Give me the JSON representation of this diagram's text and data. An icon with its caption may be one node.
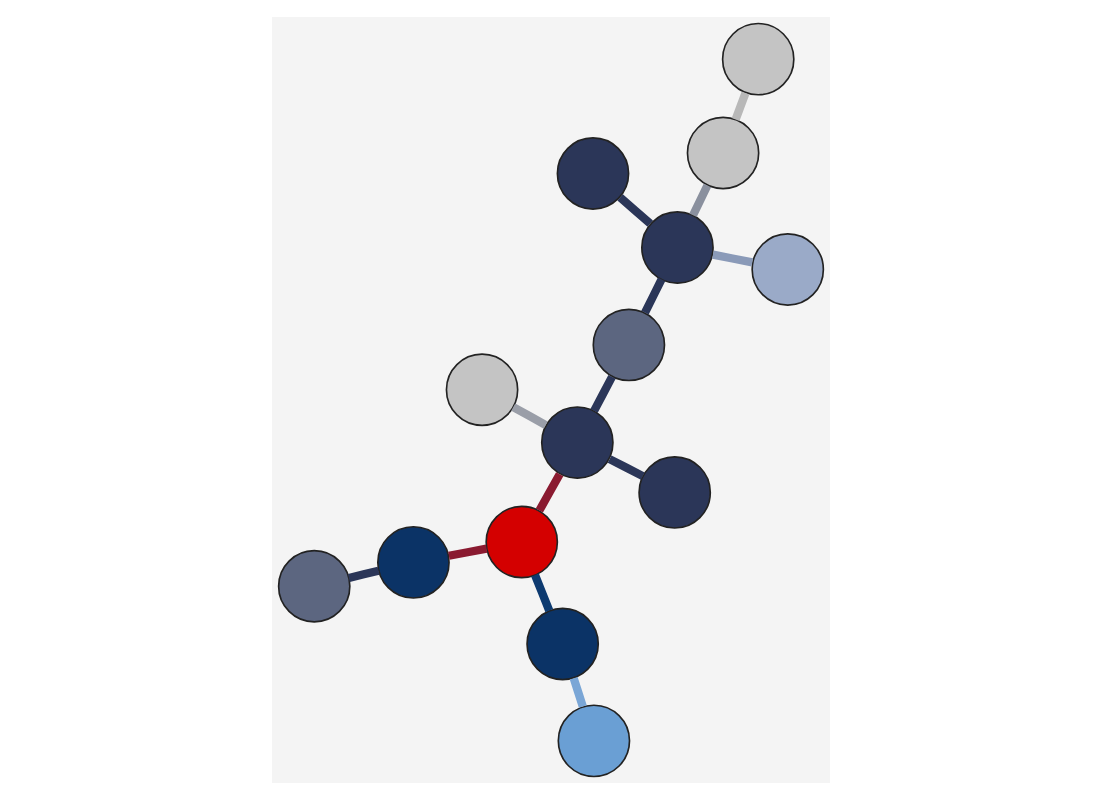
{
  "diagram": {
    "nodes": [
      {
        "text": [],
        "shape": "circle"
      },
      {
        "text": [],
        "shape": "circle"
      },
      {
        "text": [],
        "shape": "circle"
      },
      {
        "text": [],
        "shape": "circle"
      },
      {
        "text": [],
        "shape": "circle"
      },
      {
        "text": [],
        "shape": "circle"
      },
      {
        "text": [],
        "shape": "circle"
      },
      {
        "text": [],
        "shape": "circle"
      },
      {
        "text": [],
        "shape": "circle"
      },
      {
        "text": [],
        "shape": "circle"
      },
      {
        "text": [],
        "shape": "circle"
      },
      {
        "text": [],
        "shape": "circle"
      },
      {
        "text": [],
        "shape": "circle"
      },
      {
        "text": [],
        "shape": "circle"
      }
    ],
    "edges": [
      {
        "from": 0,
        "to": 10,
        "arrow": "none",
        "color": "#9a9ea8"
      },
      {
        "from": 1,
        "to": 2,
        "arrow": "none",
        "color": "#7aa6d6"
      },
      {
        "from": 3,
        "to": 4,
        "arrow": "none"
      },
      {
        "from": 4,
        "to": 6,
        "arrow": "none",
        "color": "#8a1a30"
      },
      {
        "from": 2,
        "to": 6,
        "arrow": "none",
        "color": "#0d3a70"
      },
      {
        "from": 6,
        "to": 10,
        "arrow": "none",
        "color": "#8a1a30"
      },
      {
        "from": 5,
        "to": 8,
        "arrow": "none",
        "color": "#b8b8b8"
      },
      {
        "from": 8,
        "to": 7,
        "arrow": "none",
        "color": "#8a909e"
      },
      {
        "from": 7,
        "to": 9,
        "arrow": "none"
      },
      {
        "from": 9,
        "to": 10,
        "arrow": "none"
      },
      {
        "from": 7,
        "to": 11,
        "arrow": "none"
      },
      {
        "from": 7,
        "to": 13,
        "arrow": "none",
        "color": "#8a9ab8"
      },
      {
        "from": 12,
        "to": 10,
        "arrow": "none"
      }
    ]
  }
}
